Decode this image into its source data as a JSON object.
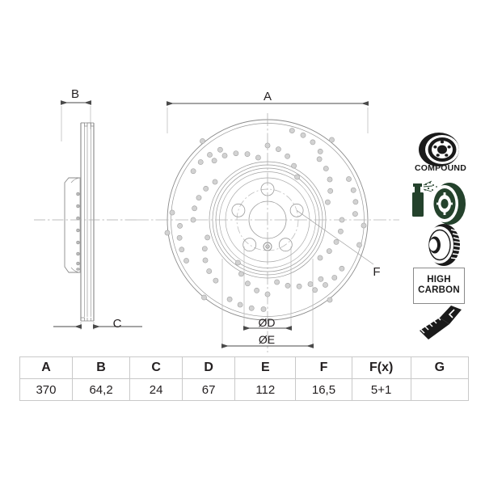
{
  "document": {
    "type": "technical-drawing",
    "subject": "brake-disc"
  },
  "drawing": {
    "views": {
      "side_profile": {
        "name": "cross-section-side-view"
      },
      "face": {
        "name": "disc-face-view"
      }
    },
    "dimension_labels": {
      "A": "A",
      "B": "B",
      "C": "C",
      "F": "F",
      "D": "ØD",
      "E": "ØE"
    }
  },
  "icons": {
    "compound": {
      "name": "compound-disc-icon",
      "label": "COMPOUND"
    },
    "coated": {
      "name": "coated-disc-spray-icon",
      "color": "#24422c"
    },
    "vented": {
      "name": "vented-disc-icon",
      "color": "#1a1a1a"
    },
    "high_carbon": {
      "name": "high-carbon-badge",
      "line1": "HIGH",
      "line2": "CARBON"
    },
    "screw": {
      "name": "screw-icon",
      "color": "#1a1a1a"
    }
  },
  "colors": {
    "line": "#8a8a8a",
    "dark_line": "#6f6f6f",
    "text": "#231f20",
    "green": "#24422c",
    "black": "#1a1a1a",
    "table_border": "#c9c9c9"
  },
  "spec_table": {
    "headers": [
      "A",
      "B",
      "C",
      "D",
      "E",
      "F",
      "F(x)",
      "G"
    ],
    "values": [
      "370",
      "64,2",
      "24",
      "67",
      "112",
      "16,5",
      "5+1",
      ""
    ]
  }
}
